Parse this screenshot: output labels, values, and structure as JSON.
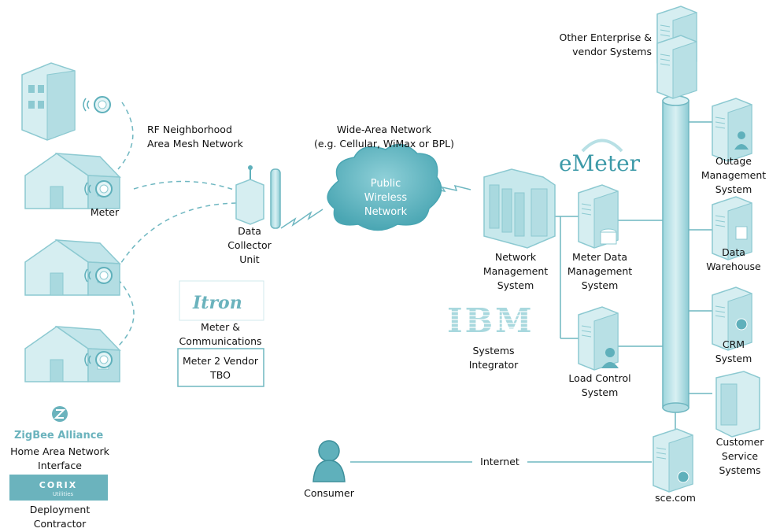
{
  "labels": {
    "rf_mesh_1": "RF Neighborhood",
    "rf_mesh_2": "Area Mesh Network",
    "meter": "Meter",
    "dcu_1": "Data",
    "dcu_2": "Collector",
    "dcu_3": "Unit",
    "wan_1": "Wide-Area Network",
    "wan_2": "(e.g. Cellular, WiMax or BPL)",
    "cloud_1": "Public",
    "cloud_2": "Wireless",
    "cloud_3": "Network",
    "nms_1": "Network",
    "nms_2": "Management",
    "nms_3": "System",
    "mdm_1": "Meter Data",
    "mdm_2": "Management",
    "mdm_3": "System",
    "lcs_1": "Load Control",
    "lcs_2": "System",
    "si_1": "Systems",
    "si_2": "Integrator",
    "ent_1": "Other Enterprise &",
    "ent_2": "vendor Systems",
    "oms_1": "Outage",
    "oms_2": "Management",
    "oms_3": "System",
    "dw_1": "Data",
    "dw_2": "Warehouse",
    "crm_1": "CRM",
    "crm_2": "System",
    "css_1": "Customer",
    "css_2": "Service",
    "css_3": "Systems",
    "sce": "sce.com",
    "internet": "Internet",
    "consumer": "Consumer",
    "mc_1": "Meter &",
    "mc_2": "Communications",
    "tbo_1": "Meter 2 Vendor",
    "tbo_2": "TBO",
    "han_1": "Home Area Network",
    "han_2": "Interface",
    "dep_1": "Deployment",
    "dep_2": "Contractor"
  },
  "logos": {
    "itron": "Itron",
    "emeter": "eMeter",
    "ibm": "IBM",
    "zigbee": "ZigBee Alliance",
    "corix": "CORIX",
    "corix_sub": "Utilities"
  },
  "colors": {
    "teal_light": "#bfe5ea",
    "teal_mid": "#8fcdd5",
    "teal_dark": "#5fb0bb",
    "line": "#6fb7c1"
  }
}
